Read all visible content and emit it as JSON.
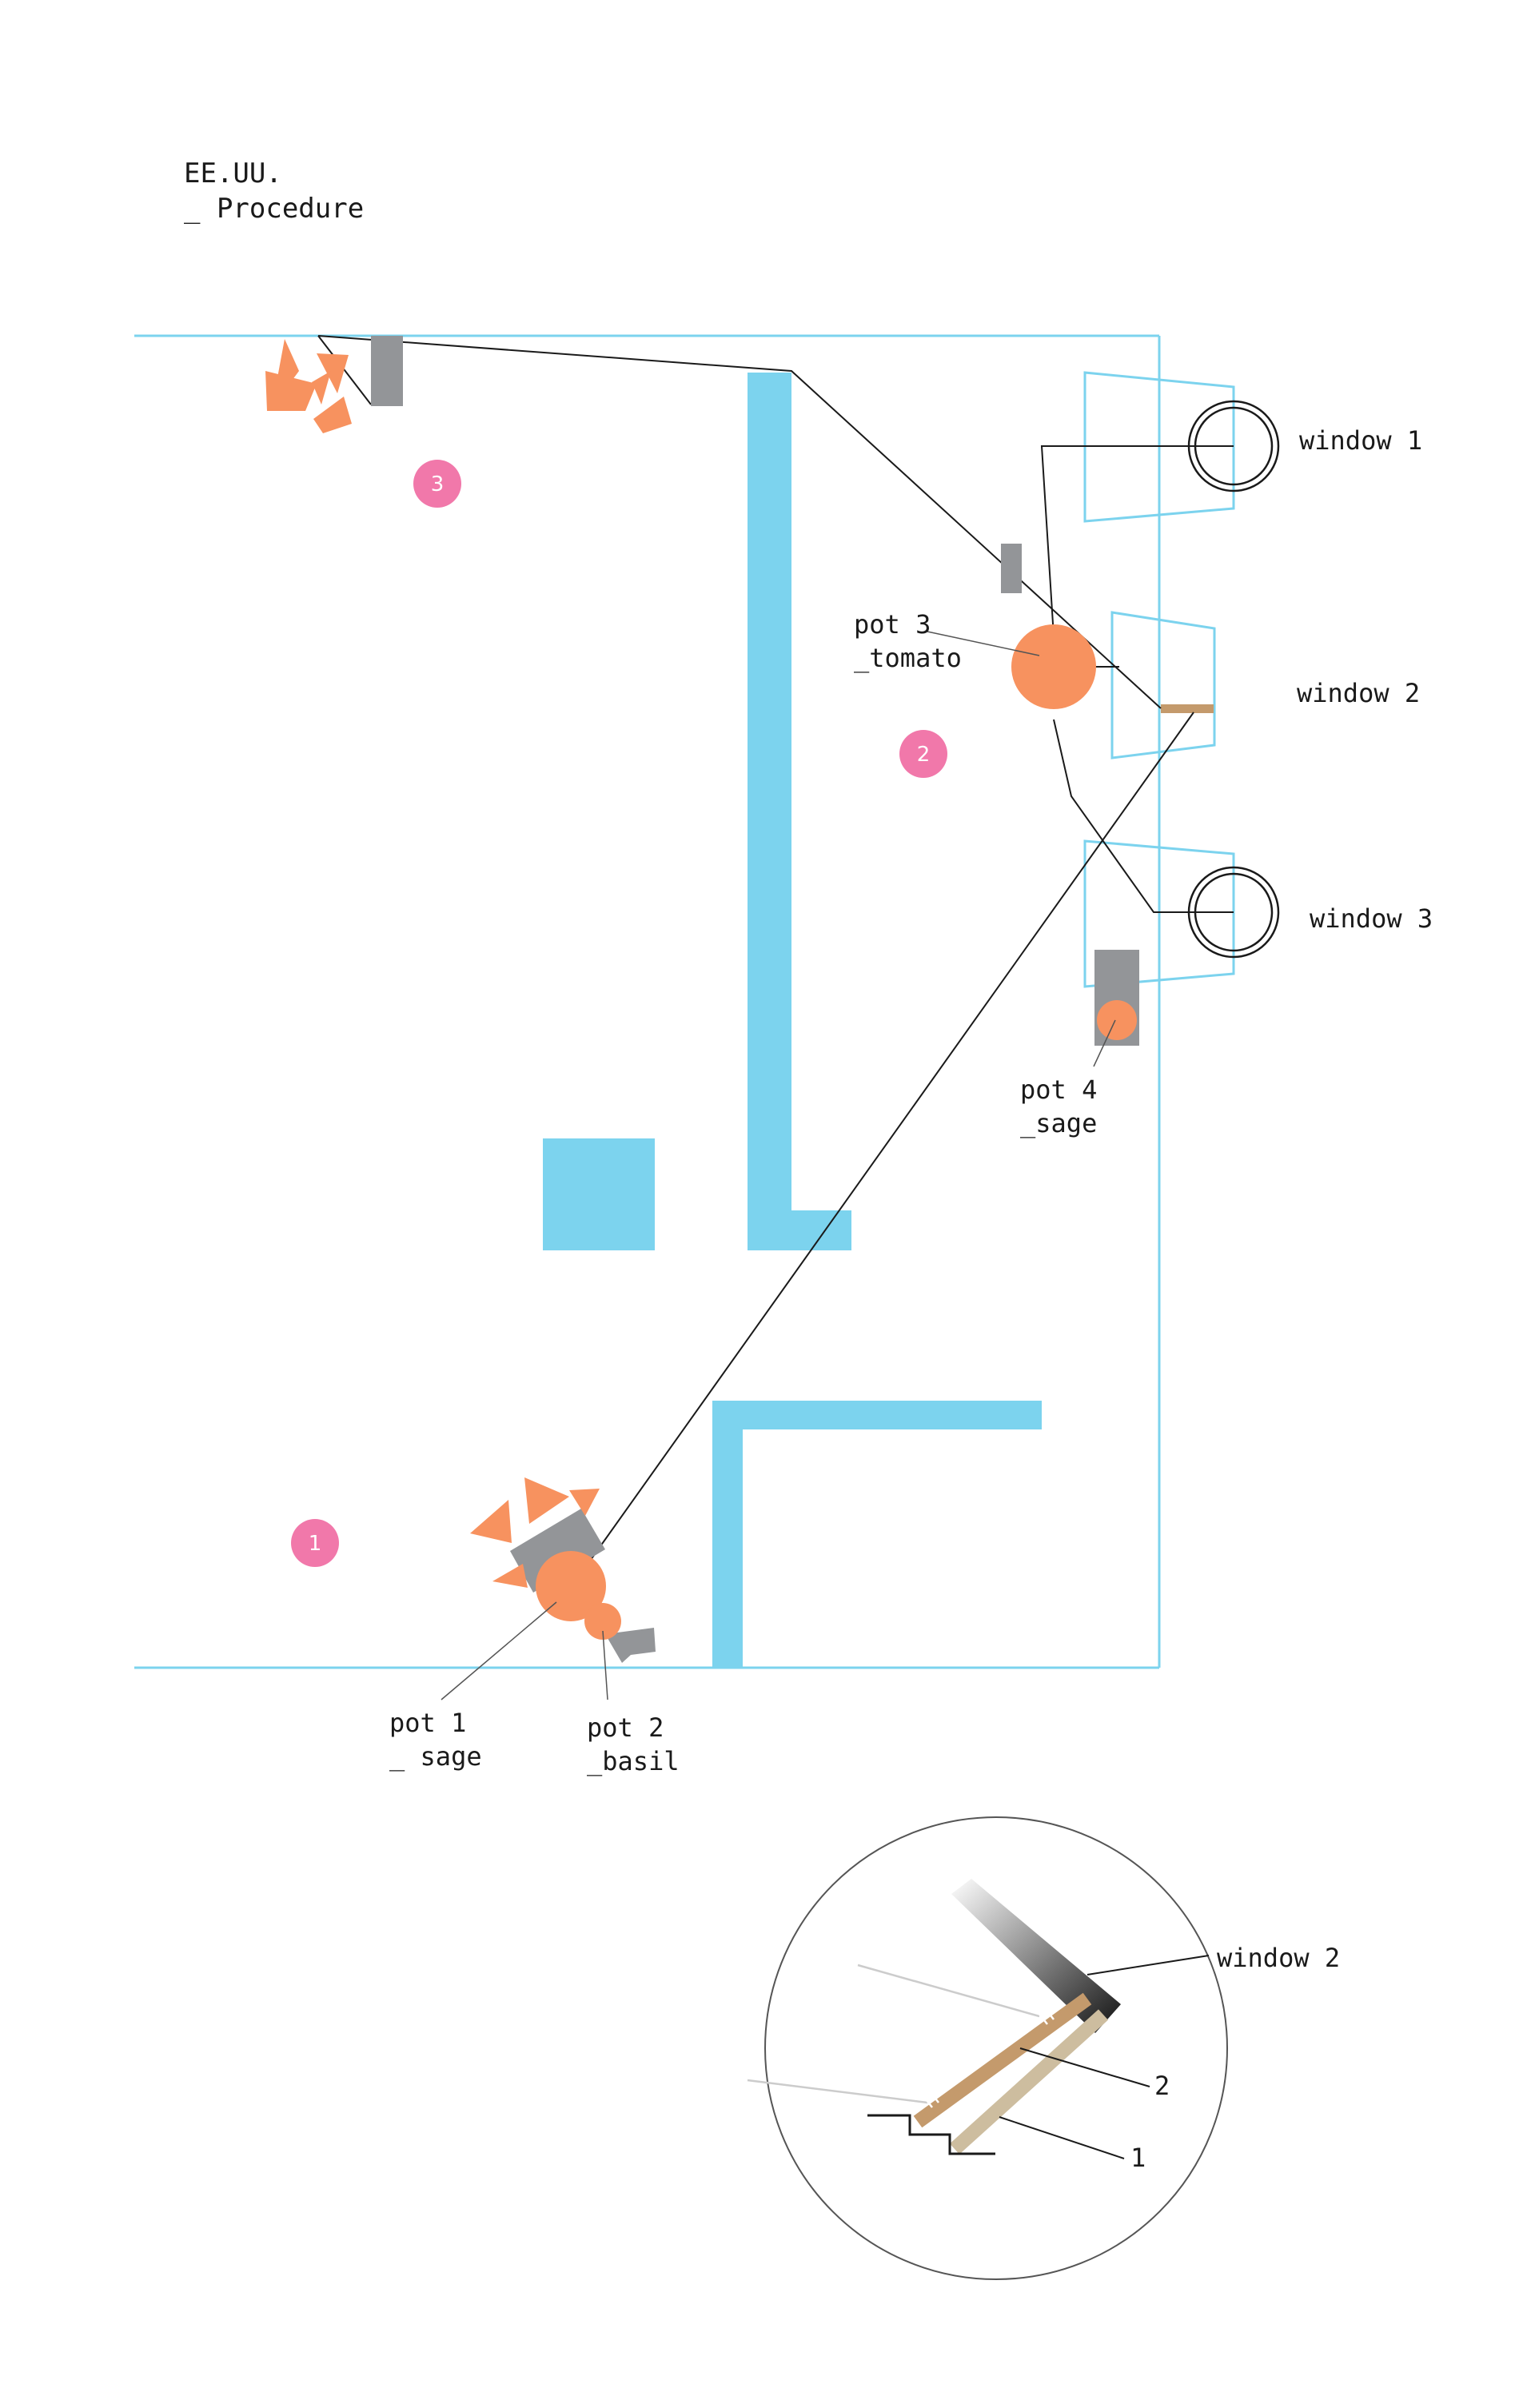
{
  "title": {
    "line1": "EE.UU.",
    "line2": "_ Procedure"
  },
  "colors": {
    "wall": "#7cd3ee",
    "outline": "#7cd3ee",
    "pot": "#f7925f",
    "plant": "#f7925f",
    "furniture": "#939598",
    "marker": "#f178aa",
    "sill": "#c49a6c",
    "leader": "#1a1a1a"
  },
  "windows": [
    {
      "id": "window-1",
      "label": "window 1"
    },
    {
      "id": "window-2",
      "label": "window 2"
    },
    {
      "id": "window-3",
      "label": "window 3"
    }
  ],
  "pots": [
    {
      "id": "pot-1",
      "line1": "pot 1",
      "line2": "_ sage"
    },
    {
      "id": "pot-2",
      "line1": "pot 2",
      "line2": "_basil"
    },
    {
      "id": "pot-3",
      "line1": "pot 3",
      "line2": "_tomato"
    },
    {
      "id": "pot-4",
      "line1": "pot 4",
      "line2": "_sage"
    }
  ],
  "markers": [
    "1",
    "2",
    "3"
  ],
  "detail": {
    "window_label": "window 2",
    "callout_1": "1",
    "callout_2": "2"
  }
}
